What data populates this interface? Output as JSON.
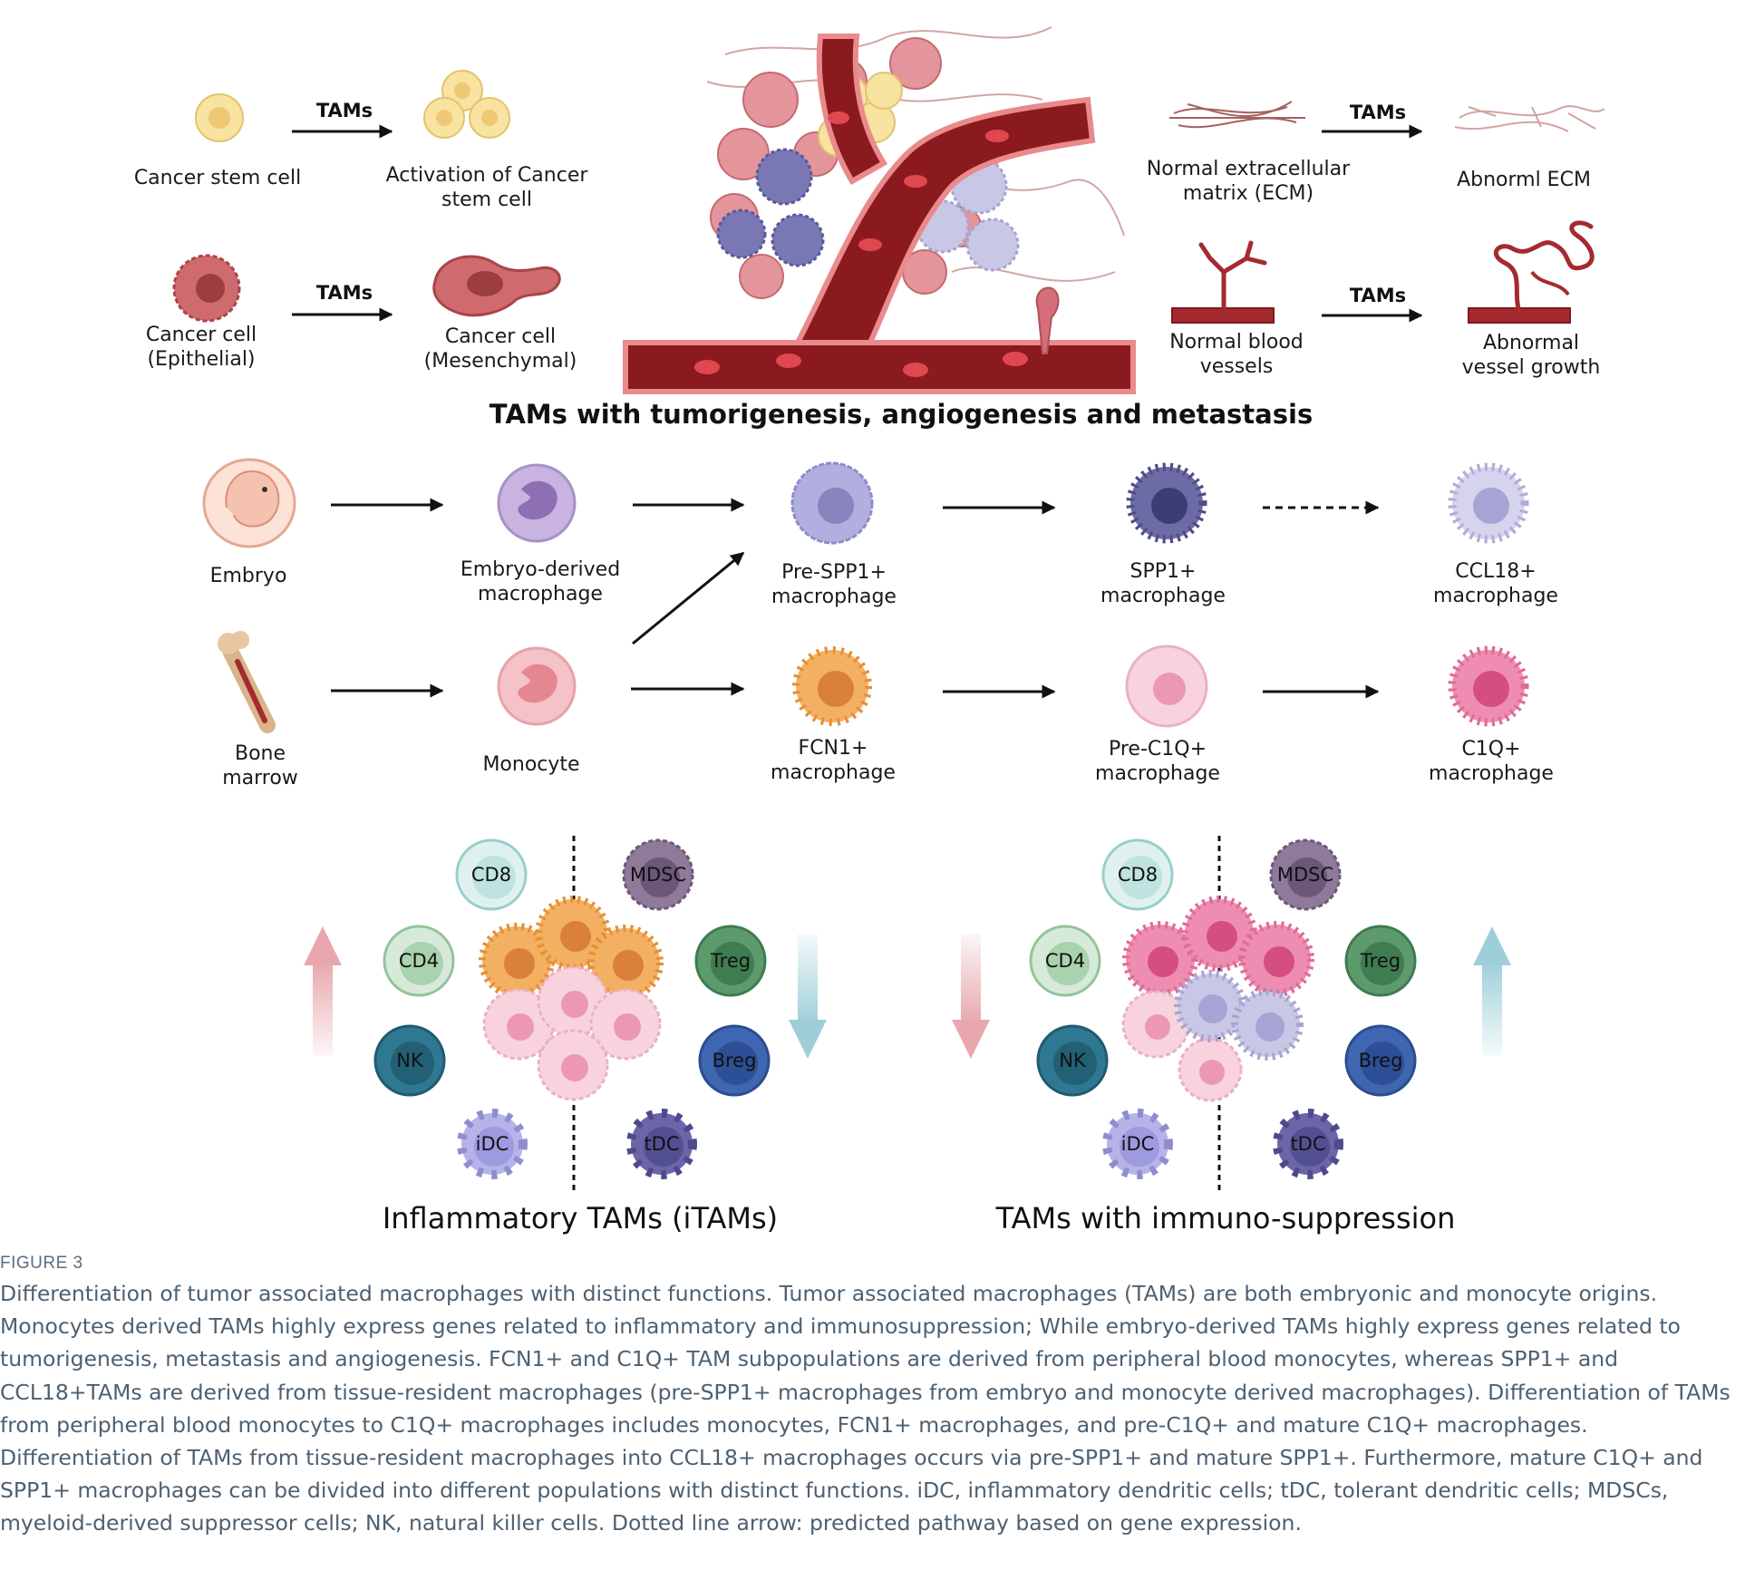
{
  "top": {
    "heading": "TAMs with tumorigenesis, angiogenesis and  metastasis",
    "arrow_label": "TAMs",
    "cancer_stem_cell": "Cancer stem cell",
    "activation": "Activation of Cancer\nstem cell",
    "cancer_cell_epithelial": "Cancer cell\n(Epithelial)",
    "cancer_cell_mesenchymal": "Cancer cell\n(Mesenchymal)",
    "normal_ecm": "Normal extracellular\nmatrix (ECM)",
    "abnormal_ecm": "Abnorml ECM",
    "normal_vessels": "Normal blood\nvessels",
    "abnormal_vessels": "Abnormal\nvessel growth"
  },
  "differentiation": {
    "embryo": "Embryo",
    "embryo_macrophage": "Embryo-derived\nmacrophage",
    "pre_spp1": "Pre-SPP1+\nmacrophage",
    "spp1": "SPP1+\nmacrophage",
    "ccl18": "CCL18+\nmacrophage",
    "bone_marrow": "Bone\nmarrow",
    "monocyte": "Monocyte",
    "fcn1": "FCN1+\nmacrophage",
    "pre_c1q": "Pre-C1Q+\nmacrophage",
    "c1q": "C1Q+\nmacrophage"
  },
  "immune_cells": {
    "cd8": "CD8",
    "cd4": "CD4",
    "nk": "NK",
    "idc": "iDC",
    "mdsc": "MDSC",
    "treg": "Treg",
    "breg": "Breg",
    "tdc": "tDC"
  },
  "panels": {
    "left_title": "Inflammatory TAMs (iTAMs)",
    "right_title": "TAMs with immuno-suppression"
  },
  "caption": {
    "label": "FIGURE 3",
    "text": "Differentiation of tumor associated macrophages with distinct functions. Tumor associated macrophages (TAMs) are both embryonic and monocyte origins. Monocytes derived TAMs highly express genes related to inflammatory and immunosuppression; While embryo-derived TAMs highly express genes related to tumorigenesis, metastasis and angiogenesis. FCN1+ and C1Q+ TAM subpopulations are derived from peripheral blood monocytes, whereas SPP1+ and CCL18+TAMs are derived from tissue-resident macrophages (pre-SPP1+ macrophages from embryo and monocyte derived macrophages). Differentiation of TAMs from peripheral blood monocytes to C1Q+ macrophages includes monocytes, FCN1+ macrophages, and pre-C1Q+ and mature C1Q+ macrophages. Differentiation of TAMs from tissue-resident macrophages into CCL18+ macrophages occurs via pre-SPP1+ and mature SPP1+. Furthermore, mature C1Q+ and SPP1+ macrophages can be divided into different populations with distinct functions. iDC, inflammatory dendritic cells; tDC, tolerant dendritic cells; MDSCs, myeloid-derived suppressor cells; NK, natural killer cells. Dotted line arrow: predicted pathway based on gene expression."
  },
  "colors": {
    "vessel": "#8b1a1f",
    "vessel_edge": "#e98a8c",
    "cancer_cell": "#c9575d",
    "stem_cell": "#f6dd8f",
    "spp1": "#6d6ba6",
    "ccl18": "#c9c7e6",
    "fcn1": "#f0a750",
    "c1q": "#e97fa6",
    "pre_c1q": "#f7cbd8",
    "up_red": "#e8a7ac",
    "down_blue": "#9ecfd9"
  }
}
